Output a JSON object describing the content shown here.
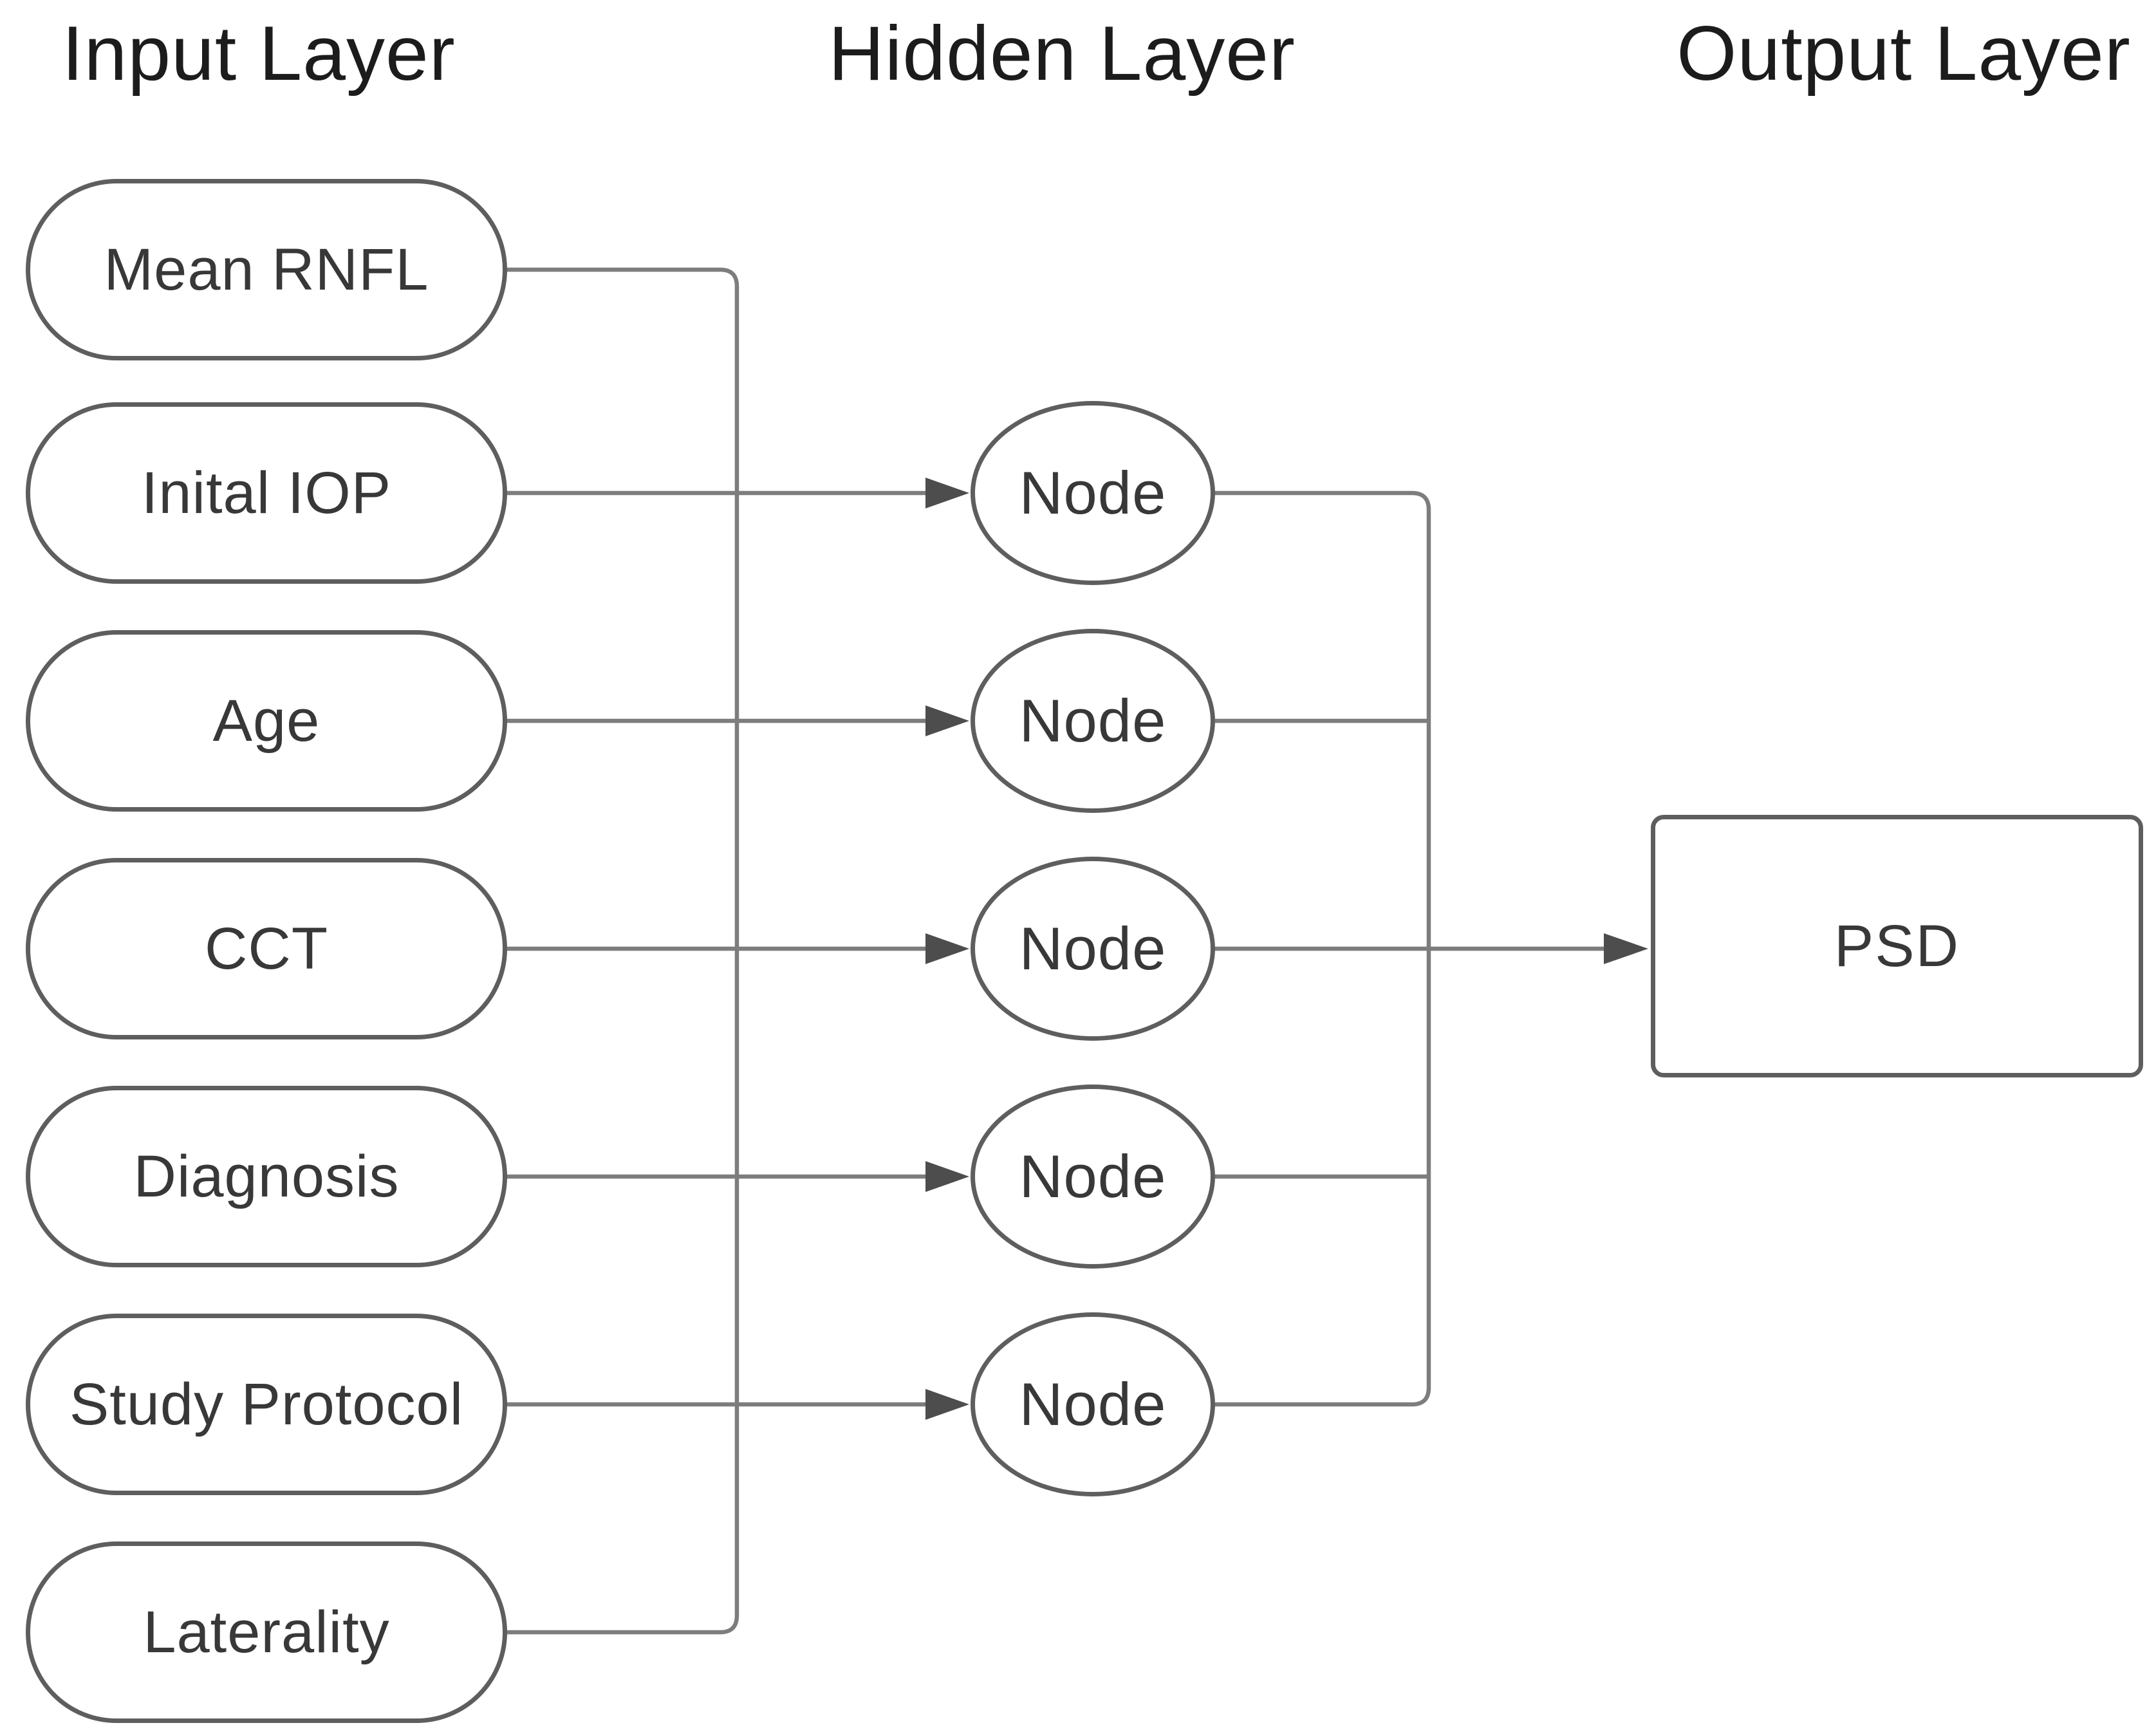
{
  "figure": {
    "type": "neural-network-diagram",
    "description": "Feed-forward artificial neural network with one input layer (7 features), one hidden layer (5 nodes) and one output (PSD)"
  },
  "headers": {
    "input": "Input Layer",
    "hidden": "Hidden Layer",
    "output": "Output Layer"
  },
  "input_layer": {
    "items": [
      "Mean RNFL",
      "Inital IOP",
      "Age",
      "CCT",
      "Diagnosis",
      "Study Protocol",
      "Laterality"
    ]
  },
  "hidden_layer": {
    "items": [
      "Node",
      "Node",
      "Node",
      "Node",
      "Node"
    ]
  },
  "output_layer": {
    "items": [
      "PSD"
    ]
  },
  "edges": [
    {
      "from": "Mean RNFL",
      "to": "hidden-layer-trunk",
      "arrow": false
    },
    {
      "from": "Inital IOP",
      "to": "Node-1",
      "arrow": true
    },
    {
      "from": "Age",
      "to": "Node-2",
      "arrow": true
    },
    {
      "from": "CCT",
      "to": "Node-3",
      "arrow": true
    },
    {
      "from": "Diagnosis",
      "to": "Node-4",
      "arrow": true
    },
    {
      "from": "Study Protocol",
      "to": "Node-5",
      "arrow": true
    },
    {
      "from": "Laterality",
      "to": "hidden-layer-trunk",
      "arrow": false
    },
    {
      "from": "hidden-layer-trunk",
      "to": "PSD",
      "arrow": true
    }
  ],
  "colors": {
    "bg": "#ffffff",
    "connector": "#7d7d7d",
    "arrow": "#4d4d4d",
    "border": "#5e5e5e",
    "text": "#383838",
    "header": "#1c1c1c"
  }
}
